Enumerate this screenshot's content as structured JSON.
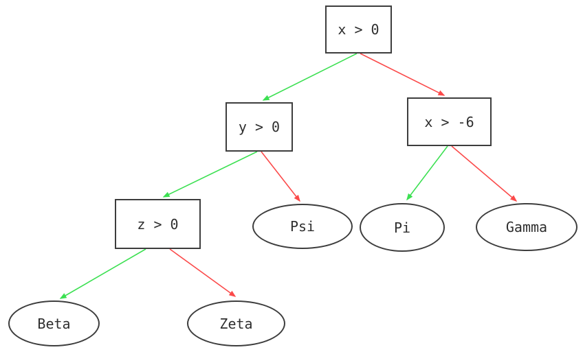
{
  "diagram": {
    "type": "decision-tree",
    "colors": {
      "true_branch": "#3ce052",
      "false_branch": "#fb4a4a",
      "node_border": "#3d3d3d",
      "node_fill": "#ffffff",
      "text": "#2e2e2e"
    },
    "nodes": {
      "root": {
        "label": "x > 0",
        "shape": "rect"
      },
      "cond_y": {
        "label": "y > 0",
        "shape": "rect"
      },
      "cond_x2": {
        "label": "x > -6",
        "shape": "rect"
      },
      "cond_z": {
        "label": "z > 0",
        "shape": "rect"
      },
      "leaf_psi": {
        "label": "Psi",
        "shape": "ellipse"
      },
      "leaf_pi": {
        "label": "Pi",
        "shape": "ellipse"
      },
      "leaf_gamma": {
        "label": "Gamma",
        "shape": "ellipse"
      },
      "leaf_beta": {
        "label": "Beta",
        "shape": "ellipse"
      },
      "leaf_zeta": {
        "label": "Zeta",
        "shape": "ellipse"
      }
    },
    "edges": [
      {
        "from": "x > 0",
        "to": "y > 0",
        "branch": "true",
        "color": "#3ce052"
      },
      {
        "from": "x > 0",
        "to": "x > -6",
        "branch": "false",
        "color": "#fb4a4a"
      },
      {
        "from": "y > 0",
        "to": "z > 0",
        "branch": "true",
        "color": "#3ce052"
      },
      {
        "from": "y > 0",
        "to": "Psi",
        "branch": "false",
        "color": "#fb4a4a"
      },
      {
        "from": "x > -6",
        "to": "Pi",
        "branch": "true",
        "color": "#3ce052"
      },
      {
        "from": "x > -6",
        "to": "Gamma",
        "branch": "false",
        "color": "#fb4a4a"
      },
      {
        "from": "z > 0",
        "to": "Beta",
        "branch": "true",
        "color": "#3ce052"
      },
      {
        "from": "z > 0",
        "to": "Zeta",
        "branch": "false",
        "color": "#fb4a4a"
      }
    ]
  }
}
